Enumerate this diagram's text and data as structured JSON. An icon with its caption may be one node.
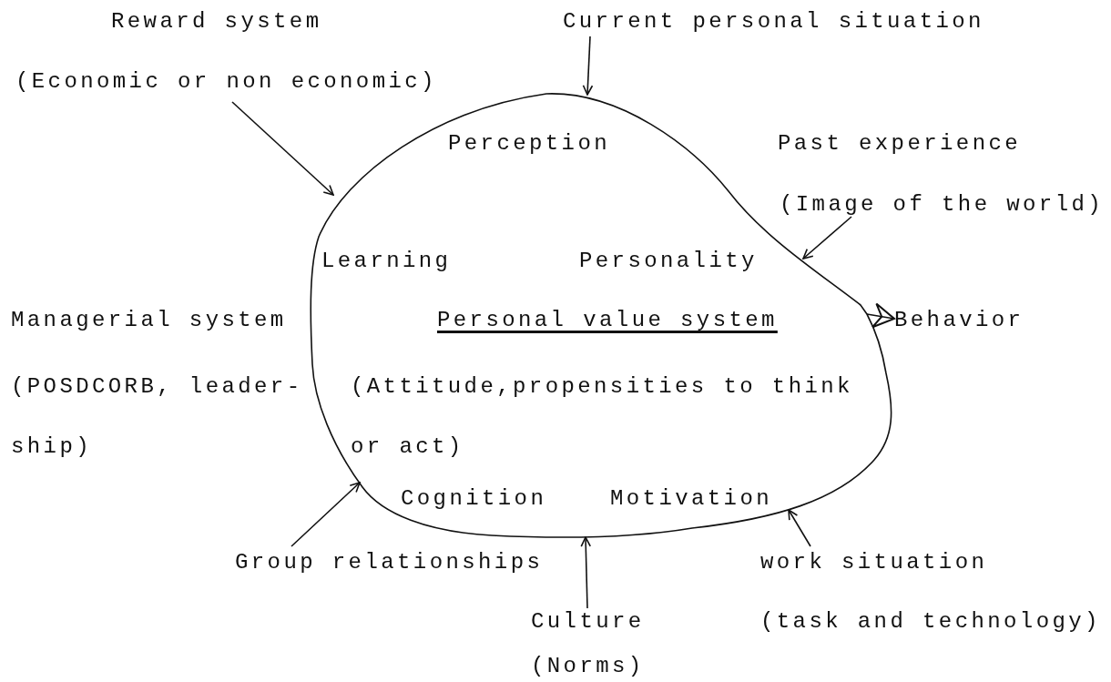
{
  "diagram": {
    "nodes": [
      {
        "text": [
          "Perception",
          "Learning",
          "Personality",
          "Personal value system",
          "(Attitude,propensities to think or act)",
          "Cognition",
          "Motivation"
        ]
      },
      {
        "text": [
          "Reward system",
          "(Economic or non economic)"
        ]
      },
      {
        "text": [
          "Current personal situation"
        ]
      },
      {
        "text": [
          "Past experience",
          "(Image of the world)"
        ]
      },
      {
        "text": [
          "Managerial system",
          "(POSDCORB, leader-ship)"
        ]
      },
      {
        "text": [
          "Behavior"
        ]
      },
      {
        "text": [
          "Group relationships"
        ]
      },
      {
        "text": [
          "Culture",
          "(Norms)"
        ]
      },
      {
        "text": [
          "work situation",
          "(task and technology)"
        ]
      }
    ],
    "edges": [
      {
        "from": 1,
        "to": 0,
        "arrow": "to"
      },
      {
        "from": 2,
        "to": 0,
        "arrow": "to"
      },
      {
        "from": 3,
        "to": 0,
        "arrow": "to"
      },
      {
        "from": 0,
        "to": 5,
        "arrow": "to"
      },
      {
        "from": 6,
        "to": 0,
        "arrow": "to"
      },
      {
        "from": 7,
        "to": 0,
        "arrow": "to"
      },
      {
        "from": 8,
        "to": 0,
        "arrow": "to"
      }
    ]
  }
}
